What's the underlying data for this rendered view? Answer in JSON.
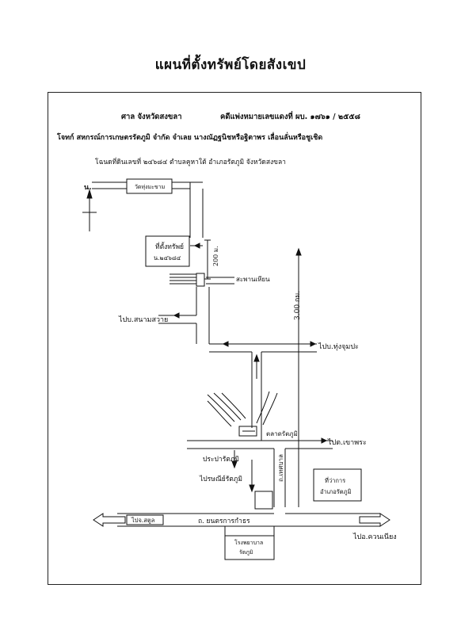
{
  "title": "แผนที่ตั้งทรัพย์โดยสังเขป",
  "header": {
    "court": "ศาล  จังหวัดสงขลา",
    "case": "คดีแพ่งหมายเลขแดงที่ ผบ. ๑๗๖๑  /  ๒๕๕๘",
    "parties": "โจทก์  สหกรณ์การเกษตรรัตภูมิ จำกัด   จำเลย นางณัฏฐนิชหรือฐิตาพร  เลื่อนลั่นหรือชูเชิด",
    "deed": "โฉนดที่ดินเลขที่  ๒๔๖๘๔  ตำบลคูหาใต้  อำเภอรัตภูมิ  จังหวัดสงขลา"
  },
  "map": {
    "north": "น.",
    "temple": "วัดทุ่งมะขาม",
    "property": "ที่ตั้งทรัพย์",
    "property_no": "น.๒๔๖๘๔",
    "dist_200": "200 ม.",
    "bridge": "สะพานเหียน",
    "to_sanam": "ไปบ.สนามสวาย",
    "dist_3km": "3.00 กม.",
    "to_chumpa": "ไปบ.ทุ่งจุมปะ",
    "market": "ตลาดรัตภูมิ",
    "to_khuha": "ไปต.เขาพระ",
    "pra_house": "ประปารัตภูมิ",
    "to_post": "ไปรษณีย์รัตภูมิ",
    "district_office": "ที่ว่าการ",
    "district_office2": "อำเภอรัตภูมิ",
    "road_vertical": "ถ.เทศบาล",
    "road_main": "ถ.  ยนตรการกำธร",
    "to_satun": "ไปจ.สตูล",
    "hospital": "โรงพยาบาล",
    "hospital2": "รัตภูมิ",
    "to_sadao": "ไปอ.ควนเนียง"
  },
  "colors": {
    "ink": "#111111",
    "paper": "#ffffff"
  }
}
